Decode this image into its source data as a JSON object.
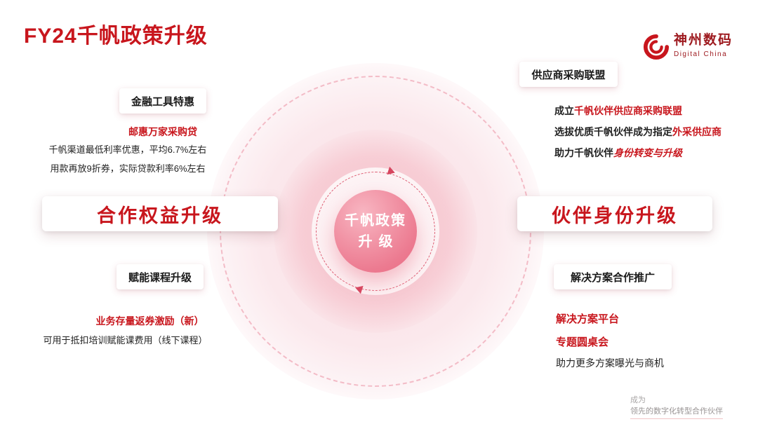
{
  "colors": {
    "accent": "#c8161d",
    "ball_pink": "#ec7a90",
    "dashed_outer": "#f3bcc7",
    "dashed_inner": "#dd5b72"
  },
  "title": "FY24千帆政策升级",
  "logo": {
    "name": "神州数码",
    "subtitle": "Digital China"
  },
  "center": {
    "line1": "千帆政策",
    "line2": "升级"
  },
  "left": {
    "finance": {
      "header": "金融工具特惠",
      "highlight": "邮惠万家采购贷",
      "line1": "千帆渠道最低利率优惠，平均6.7%左右",
      "line2": "用款再放9折券，实际贷款利率6%左右"
    },
    "main": "合作权益升级",
    "course": {
      "header": "赋能课程升级",
      "highlight": "业务存量返券激励（新）",
      "note": "可用于抵扣培训赋能课费用（线下课程）"
    }
  },
  "right": {
    "alliance": {
      "header": "供应商采购联盟",
      "line1_black": "成立",
      "line1_red": "千帆伙伴供应商采购联盟",
      "line2_black": "选拔优质千帆伙伴成为指定",
      "line2_red": "外采供应商",
      "line3_black": "助力千帆伙伴",
      "line3_red": "身份转变与升级"
    },
    "main": "伙伴身份升级",
    "solution": {
      "header": "解决方案合作推广",
      "highlight1": "解决方案平台",
      "highlight2": "专题圆桌会",
      "note": "助力更多方案曝光与商机"
    }
  },
  "footer": {
    "line1": "成为",
    "line2": "领先的数字化转型合作伙伴"
  }
}
